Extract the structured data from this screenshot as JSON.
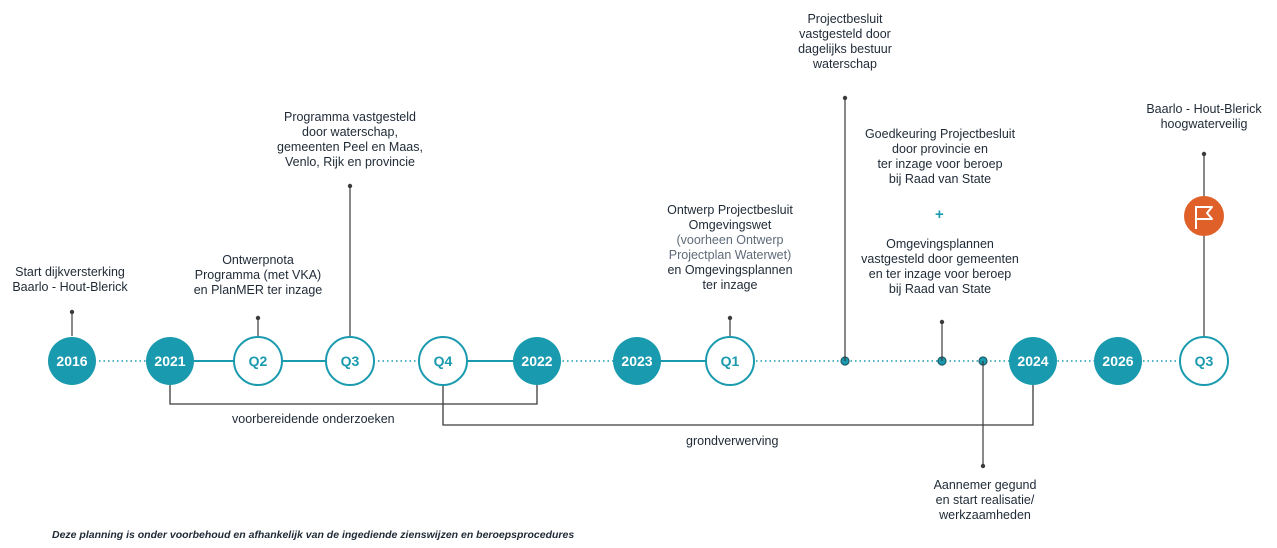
{
  "colors": {
    "teal": "#1a9aae",
    "dark_line": "#3b3b3b",
    "orange": "#e0602a",
    "text": "#1f2a36"
  },
  "nodes": [
    {
      "label": "2016",
      "style": "filled"
    },
    {
      "label": "2021",
      "style": "filled"
    },
    {
      "label": "Q2",
      "style": "outline"
    },
    {
      "label": "Q3",
      "style": "outline"
    },
    {
      "label": "Q4",
      "style": "outline"
    },
    {
      "label": "2022",
      "style": "filled"
    },
    {
      "label": "2023",
      "style": "filled"
    },
    {
      "label": "Q1",
      "style": "outline"
    },
    {
      "label": "2024",
      "style": "filled"
    },
    {
      "label": "2026",
      "style": "filled"
    },
    {
      "label": "Q3",
      "style": "outline"
    }
  ],
  "milestones": [
    {
      "lines": [
        "Start dijkversterking",
        "Baarlo - Hout-Blerick"
      ]
    },
    {
      "lines": [
        "Ontwerpnota",
        "Programma (met VKA)",
        "en PlanMER ter inzage"
      ]
    },
    {
      "lines": [
        "Programma vastgesteld",
        "door waterschap,",
        "gemeenten Peel en Maas,",
        "Venlo, Rijk en provincie"
      ]
    },
    {
      "lines": [
        "Ontwerp Projectbesluit",
        "Omgevingswet"
      ],
      "sub": [
        "(voorheen Ontwerp",
        "Projectplan Waterwet)"
      ],
      "tail": [
        "en Omgevingsplannen",
        "ter inzage"
      ]
    },
    {
      "lines": [
        "Projectbesluit",
        "vastgesteld door",
        "dagelijks bestuur",
        "waterschap"
      ]
    },
    {
      "lines": [
        "Goedkeuring Projectbesluit",
        "door provincie en",
        "ter inzage voor beroep",
        "bij Raad van State"
      ]
    },
    {
      "lines": [
        "Omgevingsplannen",
        "vastgesteld door gemeenten",
        "en ter inzage voor beroep",
        "bij Raad van State"
      ]
    },
    {
      "lines": [
        "Aannemer gegund",
        "en start realisatie/",
        "werkzaamheden"
      ]
    },
    {
      "lines": [
        "Baarlo - Hout-Blerick",
        "hoogwaterveilig"
      ]
    }
  ],
  "plus": "+",
  "periods": [
    {
      "label": "voorbereidende onderzoeken"
    },
    {
      "label": "grondverwerving"
    }
  ],
  "footnote": "Deze planning is onder voorbehoud en afhankelijk van de ingediende zienswijzen en beroepsprocedures"
}
